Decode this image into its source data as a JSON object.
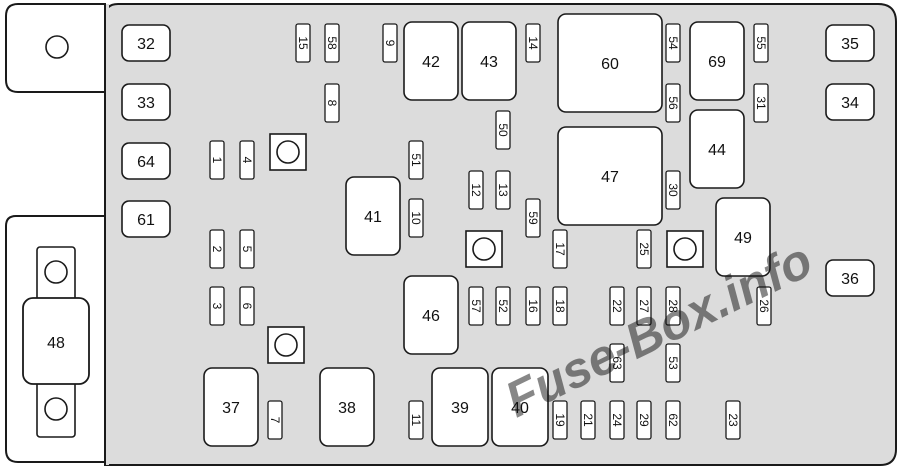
{
  "watermark": "Fuse-Box.info",
  "colors": {
    "panel_fill": "#dcdcdc",
    "stroke": "#1a1a1a",
    "component_fill": "#ffffff",
    "watermark": "#9a9a9a"
  },
  "relays_large": [
    "42",
    "43",
    "60",
    "69",
    "44",
    "47",
    "41",
    "49",
    "46",
    "37",
    "38",
    "39",
    "40"
  ],
  "edge_fuses": [
    "32",
    "33",
    "64",
    "61",
    "35",
    "34",
    "36"
  ],
  "mini_fuses": [
    "15",
    "58",
    "9",
    "14",
    "54",
    "55",
    "8",
    "56",
    "31",
    "50",
    "1",
    "4",
    "51",
    "12",
    "13",
    "30",
    "10",
    "59",
    "2",
    "5",
    "17",
    "25",
    "3",
    "6",
    "57",
    "52",
    "16",
    "18",
    "22",
    "27",
    "28",
    "26",
    "63",
    "53",
    "7",
    "11",
    "19",
    "21",
    "24",
    "29",
    "62",
    "23"
  ],
  "maxi_fuse": "48",
  "studs": [
    "top-center-stud",
    "center-stud",
    "right-stud",
    "left-stud"
  ],
  "mount_holes": [
    "top-left-mount-hole",
    "fuse48-top-terminal",
    "fuse48-bottom-terminal"
  ]
}
